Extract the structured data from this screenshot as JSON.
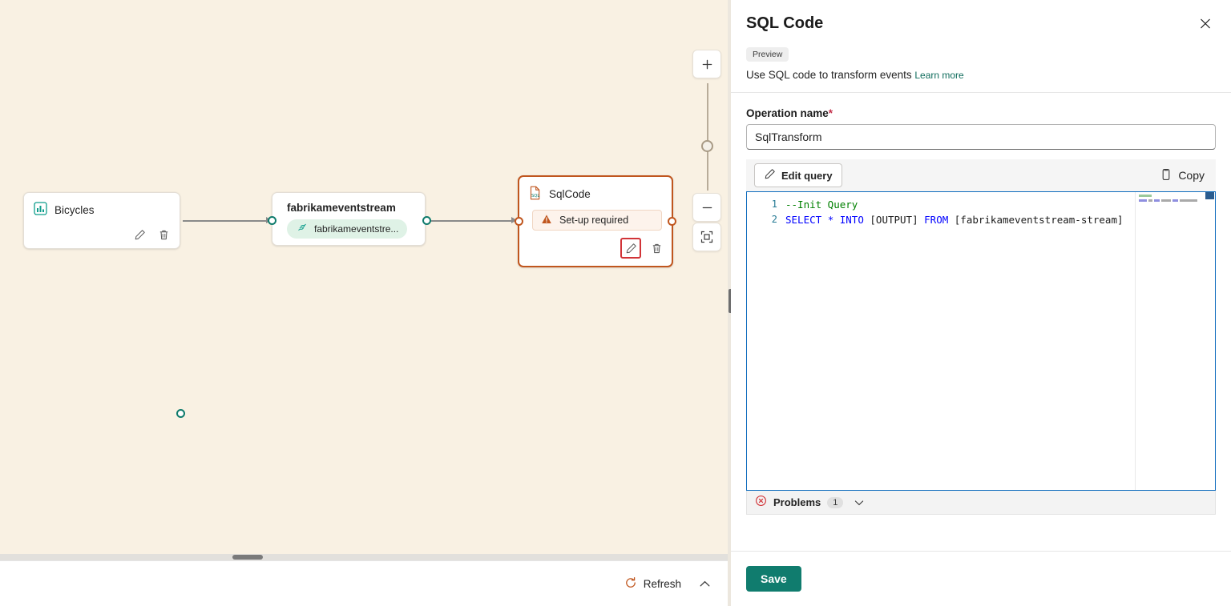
{
  "canvas": {
    "nodes": [
      {
        "id": "bicycles",
        "title": "Bicycles",
        "icon": "bar-chart-icon",
        "has_edit": true,
        "has_delete": true
      },
      {
        "id": "fabrikameventstream",
        "title": "fabrikameventstream",
        "pill_label": "fabrikameventstre...",
        "pill_icon": "stream-icon"
      },
      {
        "id": "sqlcode",
        "title": "SqlCode",
        "icon": "sql-file-icon",
        "status_label": "Set-up required",
        "status_icon": "warning-icon",
        "selected": true,
        "has_edit": true,
        "has_delete": true
      }
    ],
    "zoom_controls": {
      "zoom_in": "+",
      "zoom_out": "−",
      "fit_to_screen": "fit-screen-icon"
    },
    "bottom_bar": {
      "refresh_label": "Refresh",
      "refresh_icon": "refresh-icon",
      "collapse_icon": "chevron-up-icon"
    }
  },
  "panel": {
    "title": "SQL Code",
    "close_icon": "close-icon",
    "preview_badge": "Preview",
    "description": "Use SQL code to transform events",
    "learn_more": "Learn more",
    "operation_name": {
      "label": "Operation name",
      "required_mark": "*",
      "value": "SqlTransform"
    },
    "editor_toolbar": {
      "edit_query_label": "Edit query",
      "edit_query_icon": "pencil-icon",
      "copy_label": "Copy",
      "copy_icon": "copy-icon"
    },
    "code": {
      "lines": [
        {
          "number": "1",
          "tokens": [
            {
              "text": "--Init Query",
              "type": "comment"
            }
          ]
        },
        {
          "number": "2",
          "tokens": [
            {
              "text": "SELECT",
              "type": "kw"
            },
            {
              "text": " ",
              "type": "plain"
            },
            {
              "text": "*",
              "type": "kw"
            },
            {
              "text": " ",
              "type": "plain"
            },
            {
              "text": "INTO",
              "type": "kw"
            },
            {
              "text": " ",
              "type": "plain"
            },
            {
              "text": "[OUTPUT]",
              "type": "plain"
            },
            {
              "text": " ",
              "type": "plain"
            },
            {
              "text": "FROM",
              "type": "kw"
            },
            {
              "text": " ",
              "type": "plain"
            },
            {
              "text": "[fabrikameventstream-stream]",
              "type": "plain"
            }
          ]
        }
      ]
    },
    "problems": {
      "label": "Problems",
      "count": "1",
      "status_icon": "error-circle-icon",
      "expand_icon": "chevron-down-icon"
    },
    "footer": {
      "save_label": "Save"
    }
  },
  "colors": {
    "canvas_bg": "#f9f1e3",
    "accent_teal": "#0f7b6c",
    "selected_border": "#c0561e",
    "highlight_red": "#d13438",
    "save_green": "#107c6e",
    "editor_focus_blue": "#0f6cbd"
  }
}
